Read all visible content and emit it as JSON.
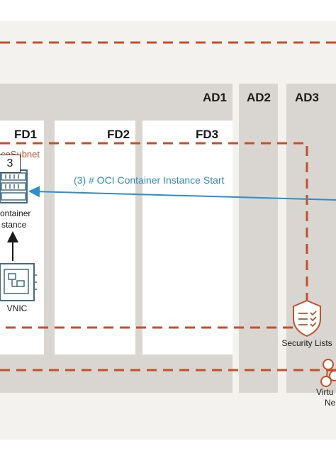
{
  "availability_domains": [
    {
      "label": "AD1"
    },
    {
      "label": "AD2"
    },
    {
      "label": "AD3"
    }
  ],
  "fault_domains": [
    {
      "label": "FD1"
    },
    {
      "label": "FD2"
    },
    {
      "label": "FD3"
    }
  ],
  "subnet": {
    "label": "tanceSubnet"
  },
  "container_instance": {
    "badge": "3",
    "label_line1": "ontainer",
    "label_line2": "stance"
  },
  "vnic": {
    "label": "VNIC"
  },
  "flow_arrow": {
    "label": "(3) # OCI Container Instance Start",
    "color": "#2d8ec9"
  },
  "security_lists": {
    "label": "Security Lists"
  },
  "virtual_network": {
    "label_line1": "Virtu",
    "label_line2": "Ne"
  },
  "colors": {
    "oci_orange": "#c4502b",
    "icon_blue": "#3b6e8f",
    "panel_gray": "#d9d6d2",
    "background": "#f4f2ef"
  }
}
